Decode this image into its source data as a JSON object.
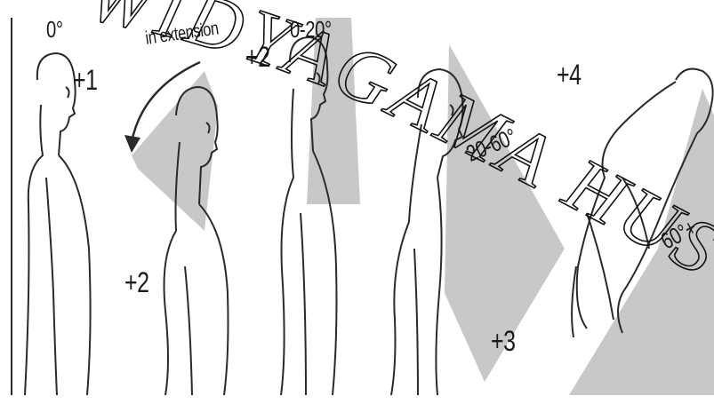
{
  "panels": [
    {
      "score_label": "+1",
      "angle_label": "0°"
    },
    {
      "score_label": "+2",
      "angle_label": "in extension"
    },
    {
      "score_label": "+2",
      "angle_label": "0-20°"
    },
    {
      "score_label": "+3",
      "angle_label": "20-60°"
    },
    {
      "score_label": "+4",
      "angle_label": "60°+"
    }
  ],
  "watermark": {
    "text": "WIDYAGAMA HUSADA"
  },
  "colors": {
    "shade": "#c8c8c8",
    "line": "#2a2a2a",
    "watermark": "#111111"
  }
}
